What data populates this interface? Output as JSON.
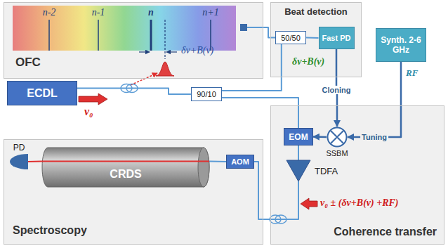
{
  "diagram": {
    "nodes": [
      {
        "text": [
          "OFC"
        ]
      },
      {
        "text": [
          "Beat detection"
        ]
      },
      {
        "text": [
          "50/50"
        ],
        "in": 1
      },
      {
        "text": [
          "Fast PD"
        ],
        "in": 1
      },
      {
        "text": [
          "Synth. 2-6 GHz"
        ]
      },
      {
        "text": [
          "ECDL"
        ]
      },
      {
        "text": [
          "90/10"
        ]
      },
      {
        "text": [
          "Spectroscopy"
        ]
      },
      {
        "text": [
          "PD"
        ],
        "in": 7
      },
      {
        "text": [
          "CRDS"
        ],
        "in": 7
      },
      {
        "text": [
          "AOM"
        ],
        "in": 7
      },
      {
        "text": [
          "Coherence transfer"
        ]
      },
      {
        "text": [
          "EOM"
        ],
        "in": 11
      },
      {
        "text": [
          "SSBM"
        ],
        "in": 11
      },
      {
        "text": [
          "TDFA"
        ],
        "in": 11
      }
    ],
    "edges": [
      {
        "from": 0,
        "to": 2,
        "arrow": "none"
      },
      {
        "from": 5,
        "to": 6,
        "arrow": "none"
      },
      {
        "from": 6,
        "to": 2,
        "arrow": "none"
      },
      {
        "from": 6,
        "to": 12,
        "arrow": "none"
      },
      {
        "from": 2,
        "to": 3,
        "arrow": "none"
      },
      {
        "from": 3,
        "to": 13,
        "label": "Cloning",
        "arrow": "to"
      },
      {
        "from": 4,
        "to": 13,
        "label": "Tuning",
        "arrow": "to"
      },
      {
        "from": 13,
        "to": 12,
        "arrow": "to"
      },
      {
        "from": 12,
        "to": 14,
        "arrow": "none"
      },
      {
        "from": 14,
        "to": 10,
        "arrow": "none"
      },
      {
        "from": 10,
        "to": 9,
        "arrow": "none"
      },
      {
        "from": 9,
        "to": 8,
        "arrow": "none"
      }
    ],
    "labels": [
      "n-2",
      "n-1",
      "n",
      "n+1",
      "δν+B(ν)",
      "δν+B(ν)",
      "RF",
      "ν₀",
      "ν₀ ± (δν+B(ν) +RF)"
    ]
  }
}
